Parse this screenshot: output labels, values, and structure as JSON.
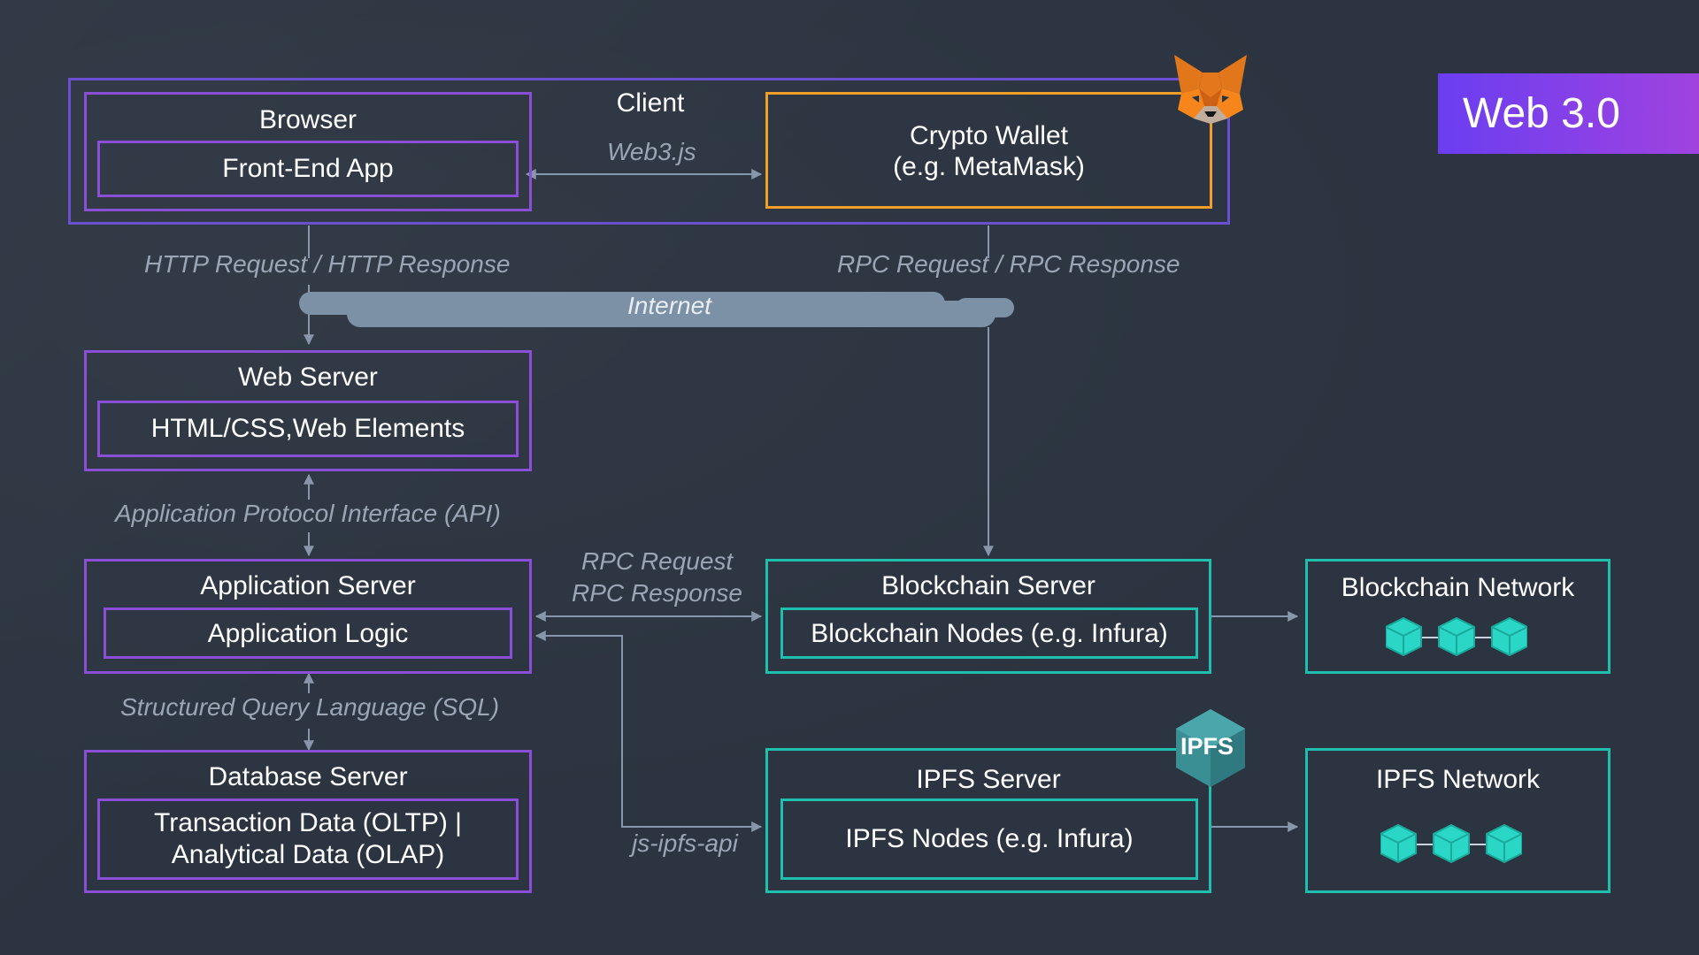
{
  "badge": "Web 3.0",
  "client": {
    "label": "Client",
    "browser": {
      "title": "Browser",
      "inner": "Front-End App"
    },
    "wallet": {
      "line1": "Crypto Wallet",
      "line2": "(e.g. MetaMask)"
    },
    "link_label": "Web3.js"
  },
  "labels": {
    "http": "HTTP Request / HTTP Response",
    "rpc_top": "RPC Request / RPC Response",
    "internet": "Internet",
    "api": "Application Protocol Interface (API)",
    "sql": "Structured Query Language (SQL)",
    "rpc_req": "RPC Request",
    "rpc_resp": "RPC Response",
    "jsipfs": "js-ipfs-api"
  },
  "web_server": {
    "title": "Web Server",
    "inner": "HTML/CSS,Web Elements"
  },
  "app_server": {
    "title": "Application Server",
    "inner": "Application Logic"
  },
  "db_server": {
    "title": "Database Server",
    "inner_line1": "Transaction Data (OLTP) |",
    "inner_line2": "Analytical Data (OLAP)"
  },
  "blockchain_server": {
    "title": "Blockchain Server",
    "inner": "Blockchain Nodes (e.g. Infura)"
  },
  "blockchain_network": {
    "title": "Blockchain Network"
  },
  "ipfs_server": {
    "title": "IPFS Server",
    "inner": "IPFS Nodes (e.g. Infura)",
    "badge": "IPFS"
  },
  "ipfs_network": {
    "title": "IPFS Network"
  },
  "colors": {
    "purple": "#8a4fd6",
    "teal": "#1fbfae",
    "orange": "#f0a029",
    "cube": "#2ad6c6"
  }
}
